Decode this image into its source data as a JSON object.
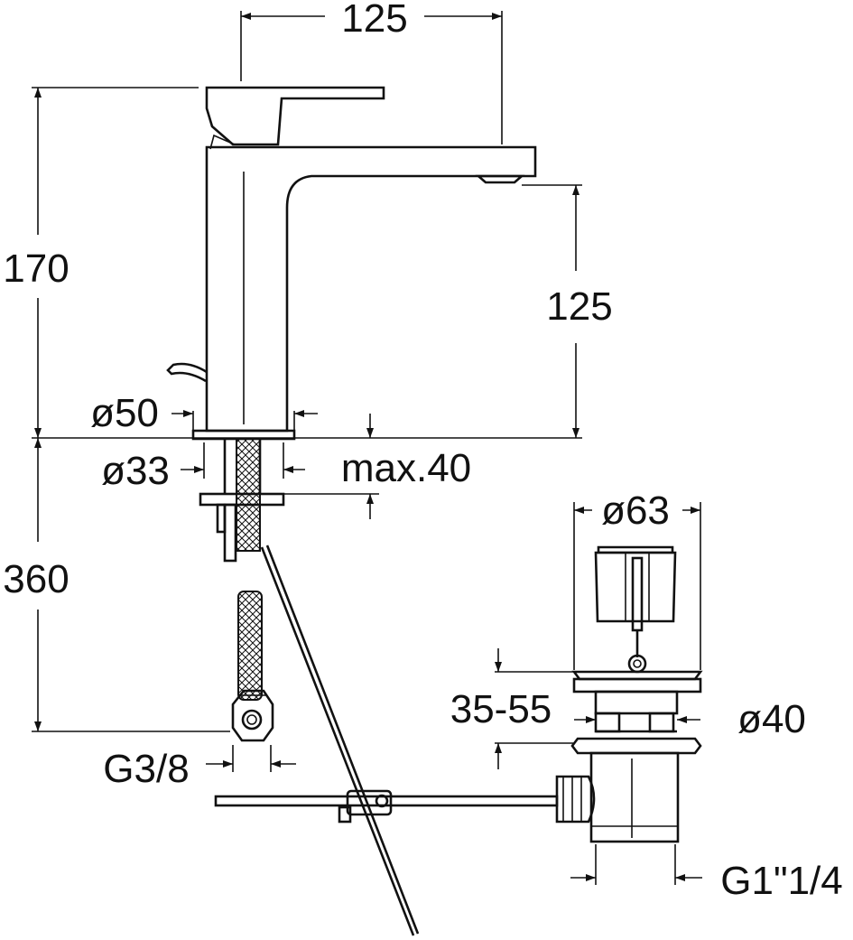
{
  "colors": {
    "line": "#111111",
    "background": "#ffffff"
  },
  "dimensions": {
    "spout_reach": "125",
    "total_height": "170",
    "spout_height": "125",
    "base_diameter": "ø50",
    "hole_diameter": "ø33",
    "deck_thickness": "max.40",
    "hose_length": "360",
    "hose_thread": "G3/8",
    "plug_diameter": "ø63",
    "basin_thickness": "35-55",
    "waste_diameter": "ø40",
    "waste_thread": "G1\"1/4"
  }
}
